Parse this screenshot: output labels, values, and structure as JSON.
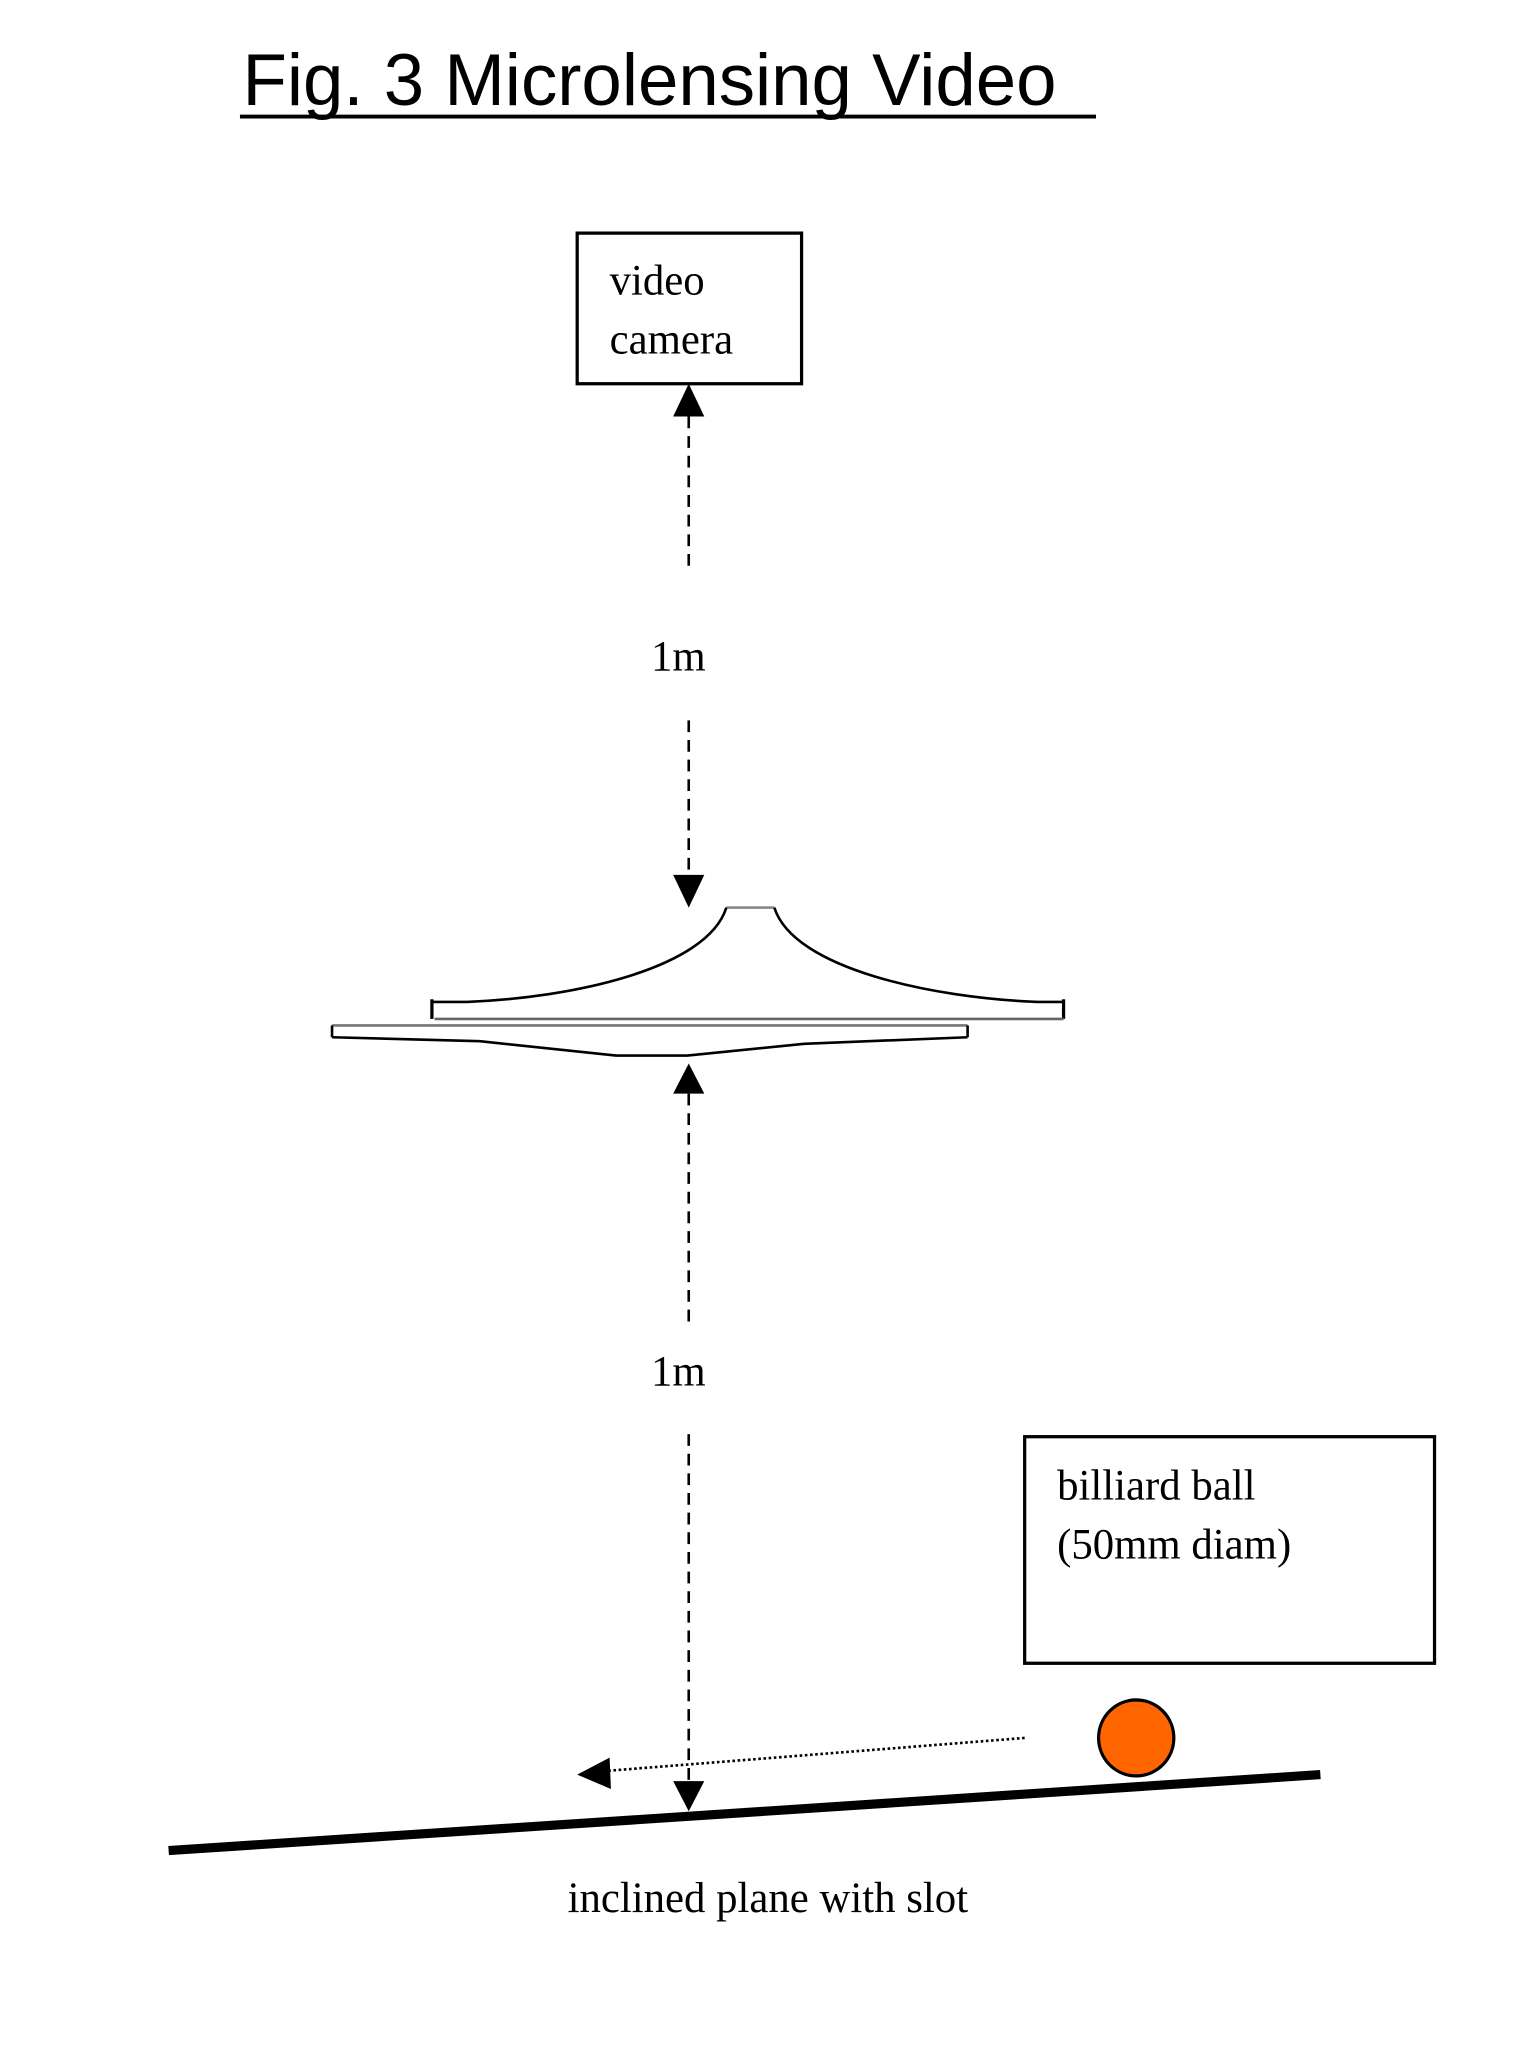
{
  "title": "Fig. 3  Microlensing Video",
  "camera": {
    "line1": "video",
    "line2": "camera"
  },
  "distance_top": "1m",
  "distance_bottom": "1m",
  "ball_label": {
    "line1": "billiard ball",
    "line2": "(50mm diam)"
  },
  "plane_label": "inclined plane with slot",
  "colors": {
    "ball": "#ff6600",
    "ink": "#000000"
  }
}
